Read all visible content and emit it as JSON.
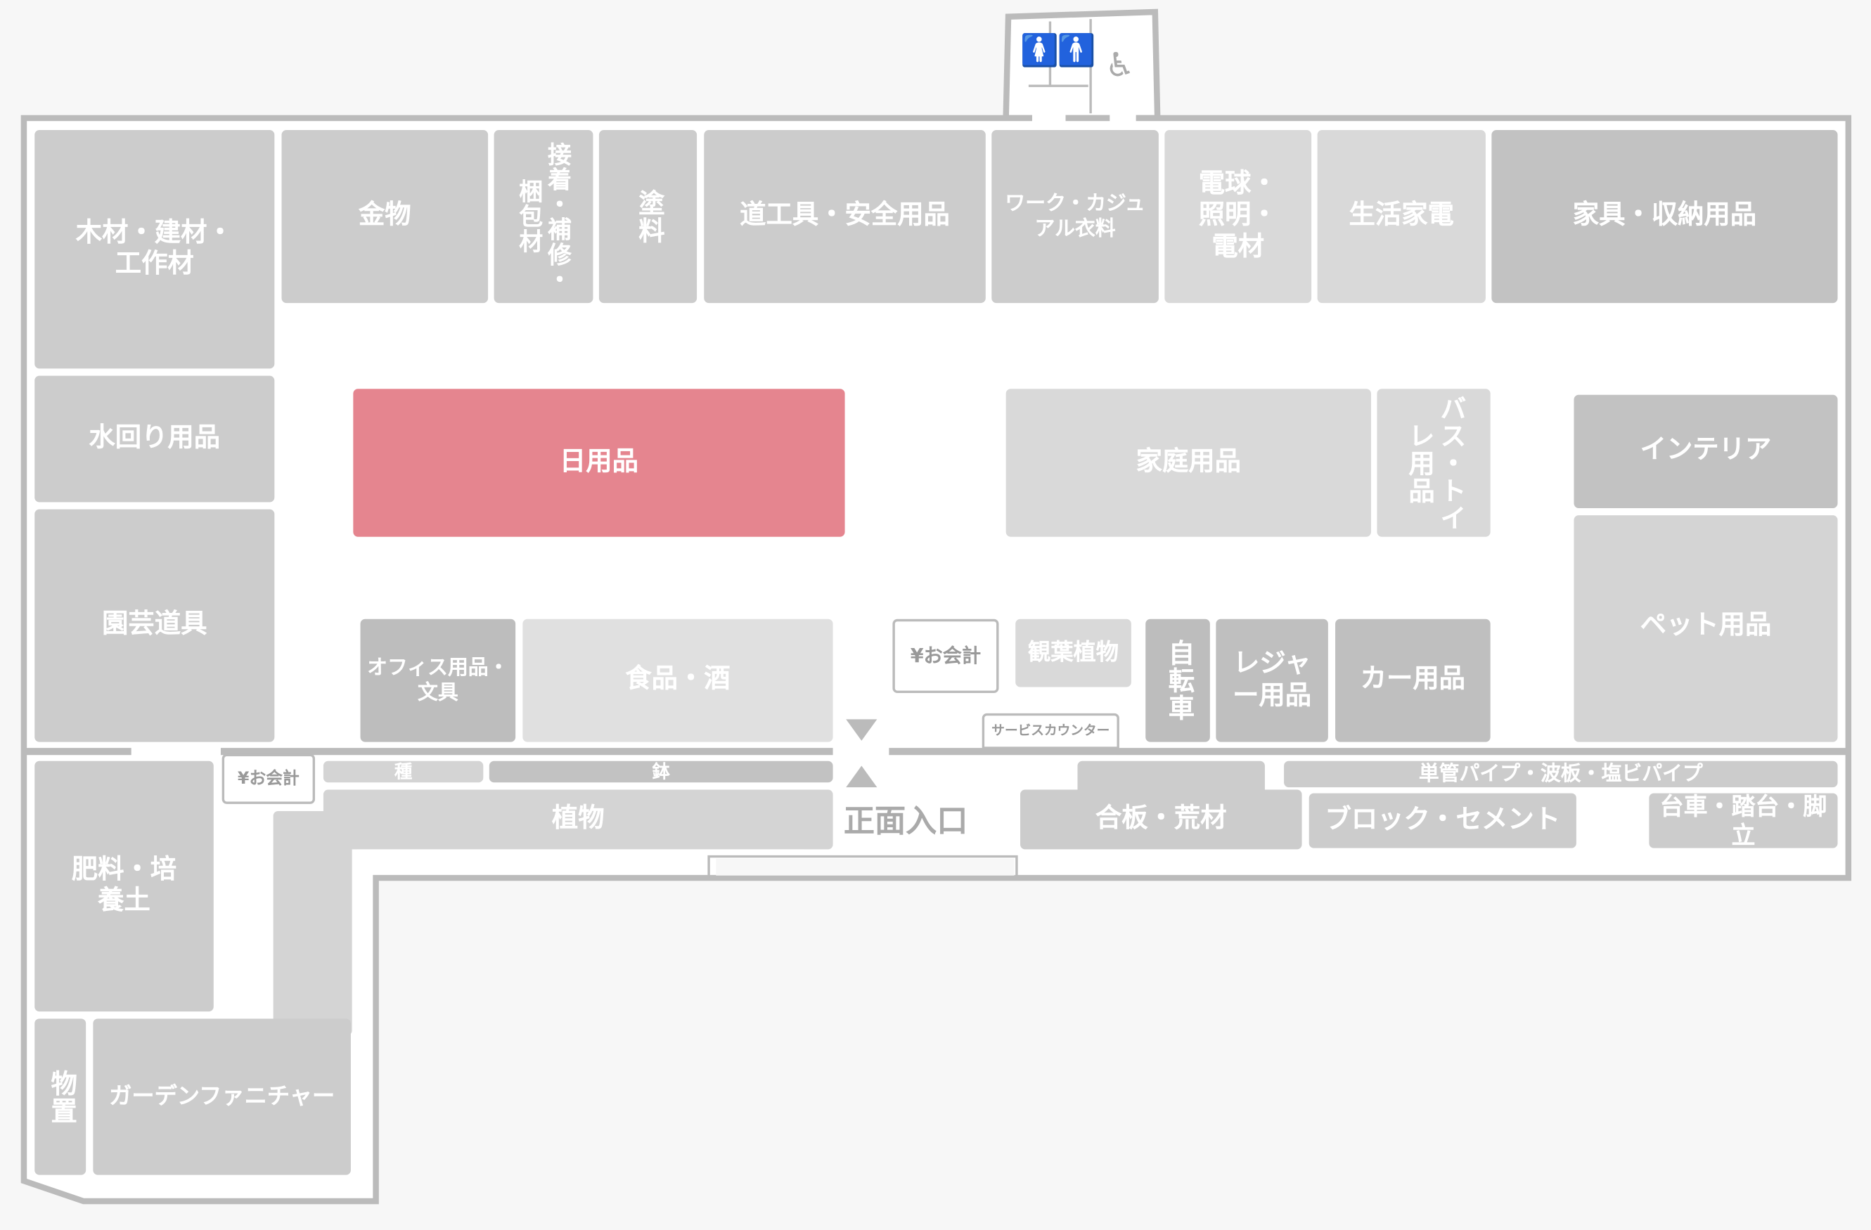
{
  "map": {
    "highlight_color": "#e5858f",
    "entrance": "正面入口",
    "restroom_icons": [
      "woman-icon",
      "man-icon",
      "wheelchair-icon"
    ],
    "sections": {
      "lumber": "木材・建材・工作材",
      "hardware": "金物",
      "adhesive": "接着・補修・梱包材",
      "paint": "塗料",
      "tools": "道工具・安全用品",
      "workwear": "ワーク・カジュアル衣料",
      "lighting": "電球・照明・電材",
      "appliances": "生活家電",
      "furniture": "家具・収納用品",
      "plumbing": "水回り用品",
      "garden_tools": "園芸道具",
      "daily_goods": "日用品",
      "household": "家庭用品",
      "bath_toilet": "バス・トイレ用品",
      "interior": "インテリア",
      "pet": "ペット用品",
      "office": "オフィス用品・文具",
      "food": "食品・酒",
      "checkout": "¥お会計",
      "foliage": "観葉植物",
      "bicycle": "自転車",
      "leisure": "レジャー用品",
      "car": "カー用品",
      "service_counter": "サービスカウンター",
      "seeds": "種",
      "pots": "鉢",
      "plants": "植物",
      "checkout2": "¥お会計",
      "fertilizer": "肥料・培養土",
      "storage_shed": "物置",
      "garden_furniture": "ガーデンファニチャー",
      "plywood": "合板・荒材",
      "pipes": "単管パイプ・波板・塩ビパイプ",
      "block_cement": "ブロック・セメント",
      "carts": "台車・踏台・脚立"
    }
  }
}
